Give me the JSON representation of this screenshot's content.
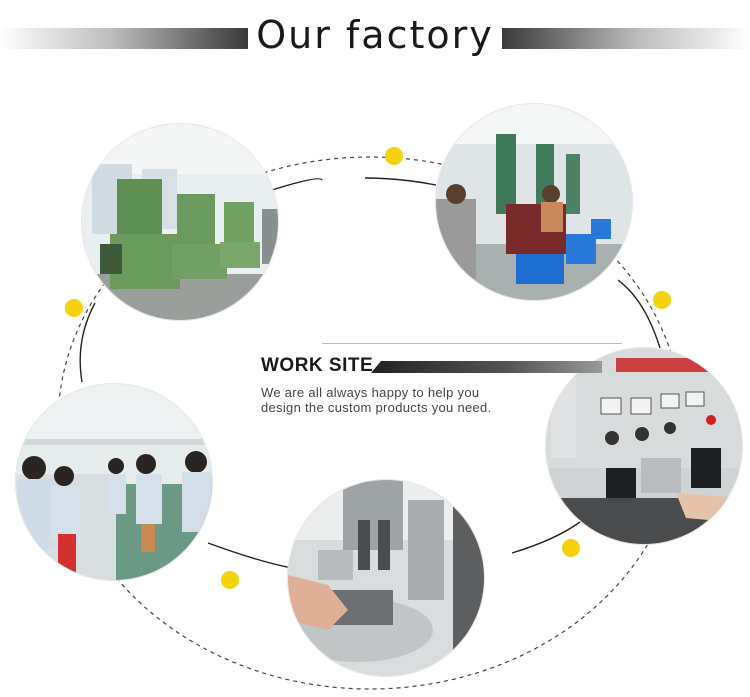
{
  "header": {
    "title": "Our factory"
  },
  "worksite": {
    "heading": "WORK SITE",
    "description_line1": "We are all always happy to help you",
    "description_line2": "design the custom products you need."
  },
  "colors": {
    "accent_yellow": "#f5d20a",
    "dark_text": "#1a1a1a"
  },
  "photos": [
    {
      "subject": "injection molding machines"
    },
    {
      "subject": "production line with workers"
    },
    {
      "subject": "assembly workers seated in rows"
    },
    {
      "subject": "crimping machine close-up"
    },
    {
      "subject": "electrical testing equipment panel"
    }
  ]
}
